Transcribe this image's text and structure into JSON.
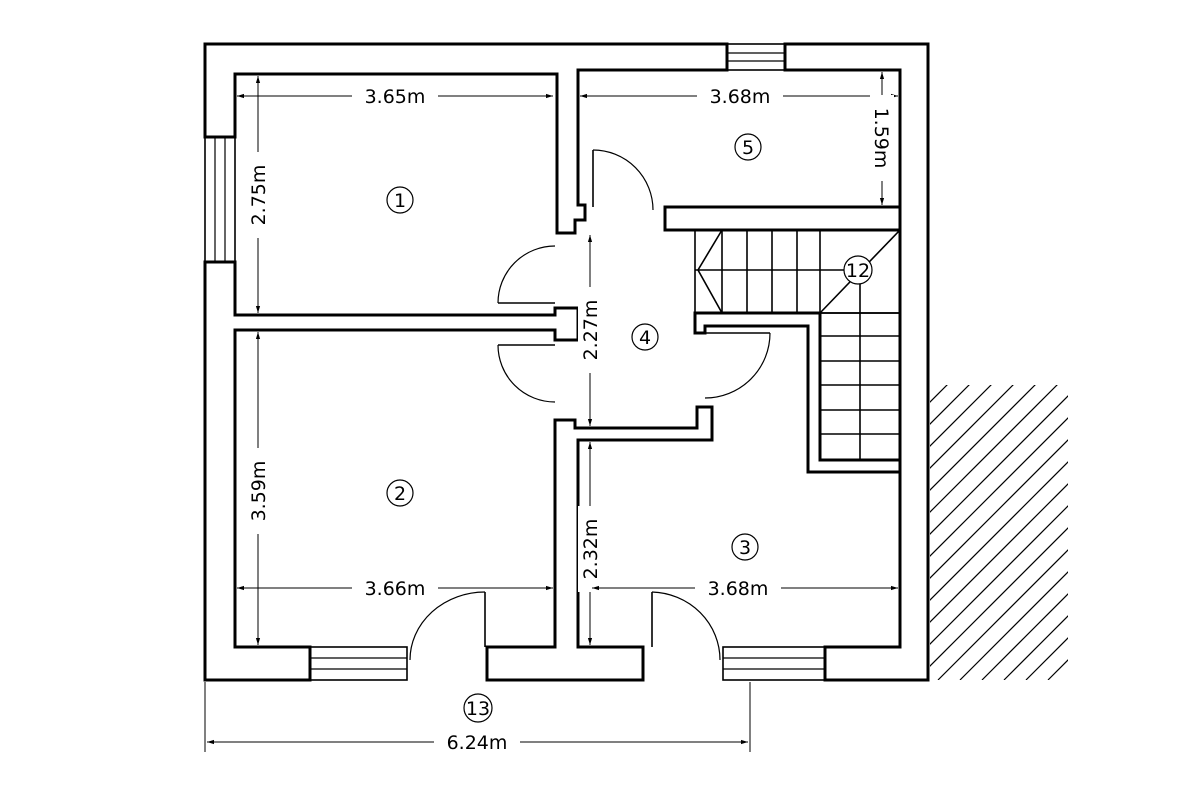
{
  "rooms": {
    "r1": "1",
    "r2": "2",
    "r3": "3",
    "r4": "4",
    "r5": "5",
    "r12": "12",
    "r13": "13"
  },
  "dimensions": {
    "room1_width": "3.65m",
    "room1_height": "2.75m",
    "room5_width": "3.68m",
    "room5_height": "1.59m",
    "corridor_height": "2.27m",
    "room2_height": "3.59m",
    "room2_width": "3.66m",
    "room3_height": "2.32m",
    "room3_width": "3.68m",
    "total_width": "6.24m"
  }
}
